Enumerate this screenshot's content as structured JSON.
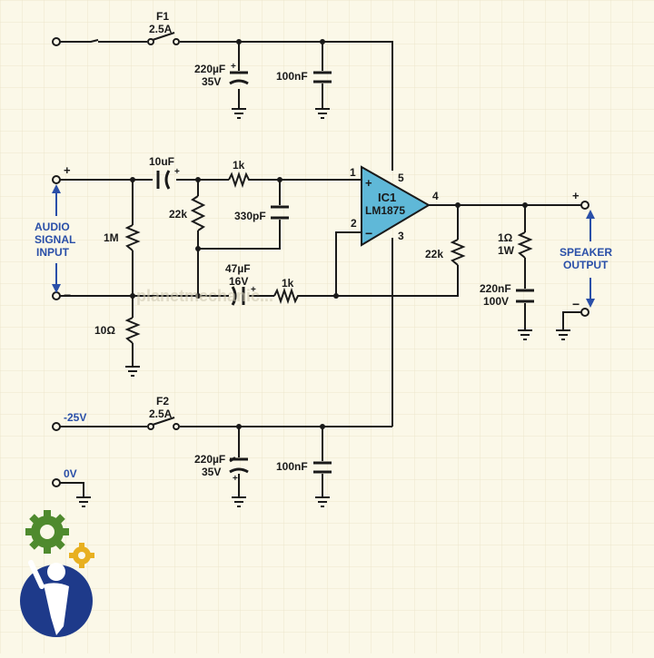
{
  "colors": {
    "background": "#fbf8e8",
    "wire": "#1a1a1a",
    "label": "#1a1a1a",
    "accent_blue": "#2a4fa8",
    "opamp_fill": "#5fb8d8",
    "gear_green": "#4f8a2e",
    "gear_yellow": "#e8b020",
    "logo_blue": "#1e3a8a"
  },
  "fuses": {
    "f1": {
      "name": "F1",
      "rating": "2.5A"
    },
    "f2": {
      "name": "F2",
      "rating": "2.5A"
    }
  },
  "capacitors": {
    "c_top_elec": {
      "value": "220µF",
      "voltage": "35V"
    },
    "c_top_film": {
      "value": "100nF"
    },
    "c_in": {
      "value": "10uF"
    },
    "c_fb_pf": {
      "value": "330pF"
    },
    "c_fb_elec": {
      "value": "47µF",
      "voltage": "16V"
    },
    "c_zobel": {
      "value": "220nF",
      "voltage": "100V"
    },
    "c_bot_elec": {
      "value": "220µF",
      "voltage": "35V"
    },
    "c_bot_film": {
      "value": "100nF"
    }
  },
  "resistors": {
    "r_top_1k": "1k",
    "r_22k_in": "22k",
    "r_1m": "1M",
    "r_10ohm": "10Ω",
    "r_fb_1k": "1k",
    "r_22k_out": "22k",
    "r_zobel": {
      "value": "1Ω",
      "power": "1W"
    }
  },
  "ic": {
    "ref": "IC1",
    "part": "LM1875",
    "pins": {
      "p1": "1",
      "p2": "2",
      "p3": "3",
      "p4": "4",
      "p5": "5"
    },
    "plus": "+",
    "minus": "−"
  },
  "terminals": {
    "input_plus": "+",
    "input_minus": "−",
    "output_plus": "+",
    "output_minus": "−",
    "cap_plus": "+",
    "neg_supply": "-25V",
    "zero_volt": "0V"
  },
  "labels": {
    "audio_input": [
      "AUDIO",
      "SIGNAL",
      "INPUT"
    ],
    "speaker_output": [
      "SPEAKER",
      "OUTPUT"
    ]
  },
  "watermark": "planetmechanic..."
}
